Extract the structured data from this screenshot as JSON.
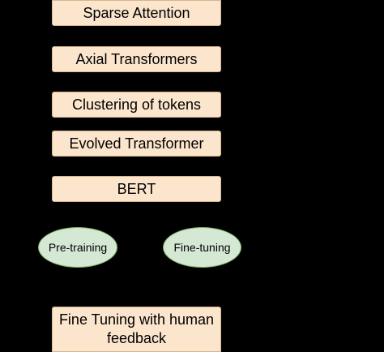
{
  "boxes": {
    "sparse_attention": "Sparse Attention",
    "axial_transformers": "Axial Transformers",
    "clustering_of_tokens": "Clustering of tokens",
    "evolved_transformer": "Evolved Transformer",
    "bert": "BERT",
    "fine_tuning_human_feedback": "Fine Tuning with human feedback"
  },
  "ellipses": {
    "pre_training": "Pre-training",
    "fine_tuning": "Fine-tuning"
  },
  "colors": {
    "background": "#000000",
    "box_fill": "#fce5cd",
    "ellipse_fill": "#d5e8d4",
    "ellipse_border": "#82b366"
  }
}
